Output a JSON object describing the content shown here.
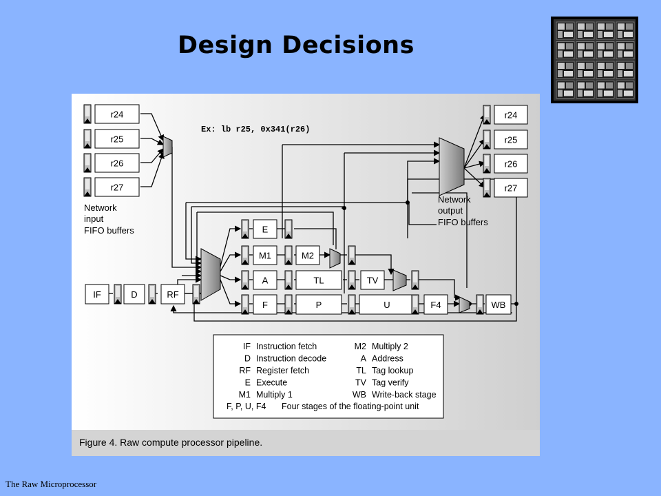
{
  "slide": {
    "title": "Design Decisions",
    "footer": "The Raw Microprocessor"
  },
  "diagram": {
    "example": "Ex: lb r25, 0x341(r26)",
    "input_registers": [
      "r24",
      "r25",
      "r26",
      "r27"
    ],
    "output_registers": [
      "r24",
      "r25",
      "r26",
      "r27"
    ],
    "input_caption": [
      "Network",
      "input",
      "FIFO buffers"
    ],
    "output_caption": [
      "Network",
      "output",
      "FIFO buffers"
    ],
    "front_stages": [
      "IF",
      "D",
      "RF"
    ],
    "row_e": [
      "E"
    ],
    "row_m": [
      "M1",
      "M2"
    ],
    "row_a": [
      "A",
      "TL",
      "TV"
    ],
    "row_f": [
      "F",
      "P",
      "U",
      "F4"
    ],
    "wb": "WB",
    "legend": [
      {
        "abbr": "IF",
        "desc": "Instruction fetch"
      },
      {
        "abbr": "D",
        "desc": "Instruction decode"
      },
      {
        "abbr": "RF",
        "desc": "Register fetch"
      },
      {
        "abbr": "E",
        "desc": "Execute"
      },
      {
        "abbr": "M1",
        "desc": "Multiply 1"
      },
      {
        "abbr": "M2",
        "desc": "Multiply 2"
      },
      {
        "abbr": "A",
        "desc": "Address"
      },
      {
        "abbr": "TL",
        "desc": "Tag lookup"
      },
      {
        "abbr": "TV",
        "desc": "Tag verify"
      },
      {
        "abbr": "WB",
        "desc": "Write-back stage"
      }
    ],
    "legend_fp": {
      "abbr": "F, P, U, F4",
      "desc": "Four stages of the floating-point unit"
    },
    "caption": "Figure 4. Raw compute processor pipeline."
  }
}
